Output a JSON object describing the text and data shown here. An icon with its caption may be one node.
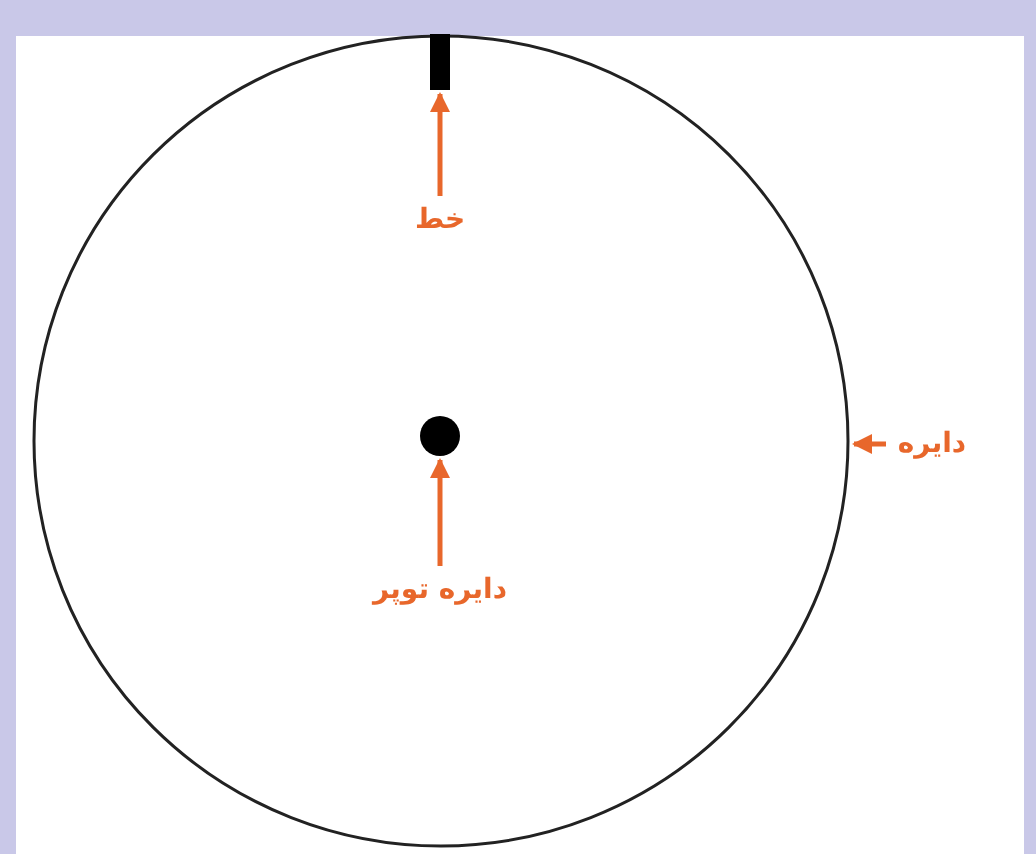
{
  "diagram": {
    "nodes": [
      {
        "text": [],
        "shape": "circle"
      },
      {
        "text": [],
        "shape": "bar",
        "in": 0
      },
      {
        "text": [
          "خط"
        ],
        "in": 0
      },
      {
        "text": [],
        "shape": "circle",
        "in": 0
      },
      {
        "text": [
          "دایره توپر"
        ],
        "in": 0
      },
      {
        "text": [
          "دایره"
        ]
      }
    ],
    "edges": [
      {
        "from": 2,
        "to": 1,
        "arrow": "to"
      },
      {
        "from": 4,
        "to": 3,
        "arrow": "to"
      },
      {
        "from": 5,
        "to": 0,
        "arrow": "to"
      }
    ]
  }
}
